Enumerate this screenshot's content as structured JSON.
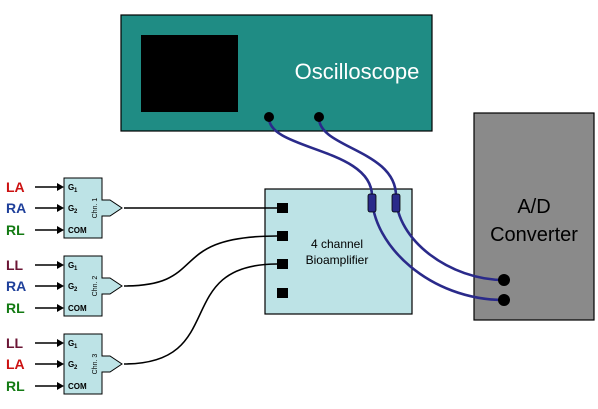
{
  "oscilloscope": {
    "label": "Oscilloscope",
    "body_color": "#1f8c84",
    "screen_color": "#000000"
  },
  "converter": {
    "line1": "A/D",
    "line2": "Converter",
    "body_color": "#8a8a8a"
  },
  "bioamplifier": {
    "line1": "4 channel",
    "line2": "Bioamplifier",
    "body_color": "#bde3e6"
  },
  "cable_color": "#2a2a8a",
  "lead_colors": {
    "LA": "#cc1111",
    "RA": "#1e3f9a",
    "RL": "#137a13",
    "LL": "#6b1535"
  },
  "channel_modules": [
    {
      "label": "Chn. 1",
      "leads": [
        "LA",
        "RA",
        "RL"
      ],
      "pins": [
        {
          "main": "G",
          "sub": "1"
        },
        {
          "main": "G",
          "sub": "2"
        },
        {
          "main": "COM",
          "sub": ""
        }
      ]
    },
    {
      "label": "Chn. 2",
      "leads": [
        "LL",
        "RA",
        "RL"
      ],
      "pins": [
        {
          "main": "G",
          "sub": "1"
        },
        {
          "main": "G",
          "sub": "2"
        },
        {
          "main": "COM",
          "sub": ""
        }
      ]
    },
    {
      "label": "Chn. 3",
      "leads": [
        "LL",
        "LA",
        "RL"
      ],
      "pins": [
        {
          "main": "G",
          "sub": "1"
        },
        {
          "main": "G",
          "sub": "2"
        },
        {
          "main": "COM",
          "sub": ""
        }
      ]
    }
  ]
}
